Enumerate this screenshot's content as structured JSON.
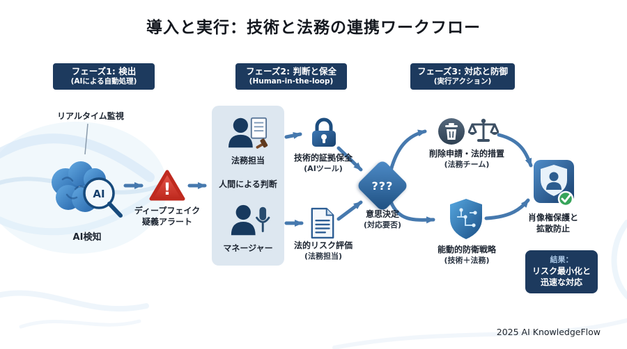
{
  "title": "導入と実行：技術と法務の連携ワークフロー",
  "phases": [
    {
      "label": "フェーズ1: 検出",
      "sub": "(AIによる自動処理)"
    },
    {
      "label": "フェーズ2: 判断と保全",
      "sub": "(Human-in-the-loop)"
    },
    {
      "label": "フェーズ3: 対応と防御",
      "sub": "(実行アクション)"
    }
  ],
  "phase1": {
    "monitoring_label": "リアルタイム監視",
    "ai_badge": "AI",
    "detection_label": "AI検知",
    "alert_mark": "!",
    "alert_line1": "ディープフェイク",
    "alert_line2": "疑義アラート"
  },
  "phase2": {
    "legal_label": "法務担当",
    "human_judgment_label": "人間による判断",
    "manager_label": "マネージャー",
    "evidence_line1": "技術的証拠保全",
    "evidence_line2": "(AIツール)",
    "risk_line1": "法的リスク評価",
    "risk_line2": "(法務担当)",
    "decision_mark": "???",
    "decision_line1": "意思決定",
    "decision_line2": "(対応要否)"
  },
  "phase3": {
    "removal_line1": "削除申請・法的措置",
    "removal_line2": "(法務チーム)",
    "defense_line1": "能動的防衛戦略",
    "defense_line2": "(技術＋法務)",
    "protection_line1": "肖像権保護と",
    "protection_line2": "拡散防止",
    "result_line1": "結果：",
    "result_line2": "リスク最小化と",
    "result_line3": "迅速な対応"
  },
  "footer": "2025 AI KnowledgeFlow",
  "colors": {
    "phase_header_bg": "#1d3a5e",
    "panel_bg": "#dde7f0",
    "arrow": "#4679ae",
    "alert_red": "#d23b2e",
    "accent_blue": "#2d6fb8",
    "check_green": "#37a45a"
  }
}
